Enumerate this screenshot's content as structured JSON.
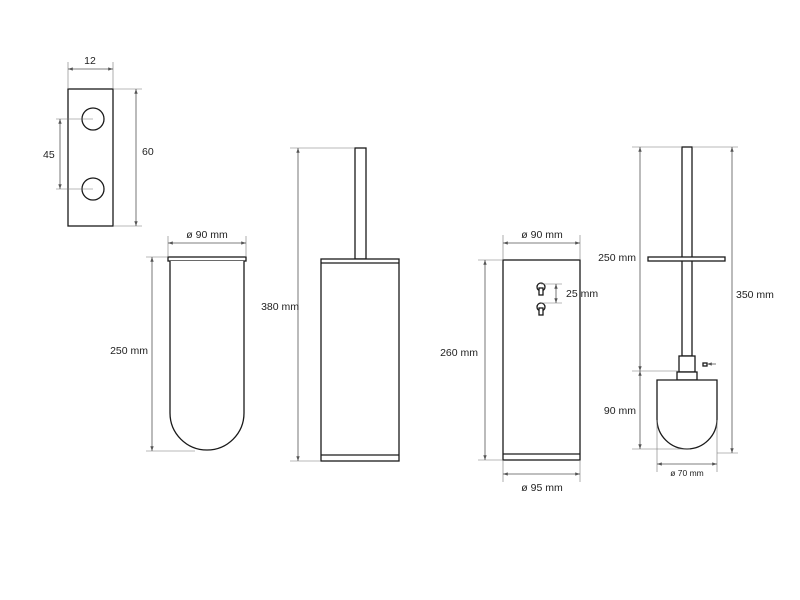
{
  "mount_plate": {
    "width": "12",
    "height": "60",
    "hole_spacing": "45"
  },
  "glass_insert": {
    "diameter": "ø 90 mm",
    "height": "250 mm"
  },
  "holder_side": {
    "height": "380 mm"
  },
  "holder_front": {
    "top_diameter": "ø 90 mm",
    "hole_spacing": "25 mm",
    "height": "260 mm",
    "base_diameter": "ø 95 mm"
  },
  "brush": {
    "handle_length": "250 mm",
    "total_length": "350 mm",
    "head_height": "90 mm",
    "head_diameter": "ø 70 mm"
  },
  "colors": {
    "line": "#1a1a1a",
    "dimension": "#555555"
  }
}
